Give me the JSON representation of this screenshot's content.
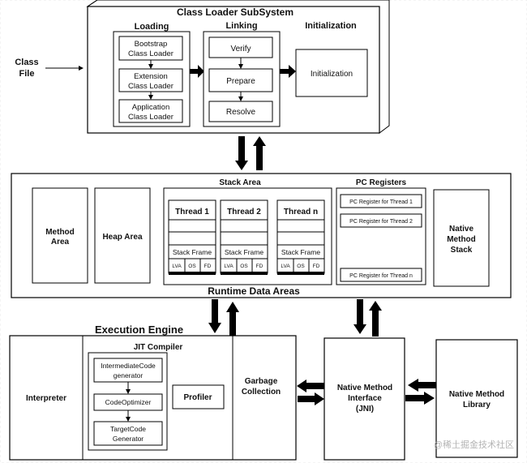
{
  "class_loader": {
    "title": "Class Loader SubSystem",
    "input_label": [
      "Class",
      "File"
    ],
    "loading": {
      "title": "Loading",
      "items": [
        [
          "Bootstrap",
          "Class Loader"
        ],
        [
          "Extension",
          "Class Loader"
        ],
        [
          "Application",
          "Class Loader"
        ]
      ]
    },
    "linking": {
      "title": "Linking",
      "items": [
        "Verify",
        "Prepare",
        "Resolve"
      ]
    },
    "initialization": {
      "title": "Initialization",
      "box_label": "Initialization"
    }
  },
  "runtime": {
    "title": "Runtime Data Areas",
    "method_area": [
      "Method",
      "Area"
    ],
    "heap_area": "Heap Area",
    "stack_area": {
      "title": "Stack Area",
      "threads": [
        {
          "name": "Thread 1",
          "frame": "Stack Frame",
          "cells": [
            "LVA",
            "OS",
            "FD"
          ]
        },
        {
          "name": "Thread 2",
          "frame": "Stack Frame",
          "cells": [
            "LVA",
            "OS",
            "FD"
          ]
        },
        {
          "name": "Thread n",
          "frame": "Stack Frame",
          "cells": [
            "LVA",
            "OS",
            "FD"
          ]
        }
      ]
    },
    "pc_registers": {
      "title": "PC Registers",
      "items": [
        "PC Register for Thread 1",
        "PC Register for Thread 2",
        "PC Register for Thread n"
      ]
    },
    "native_method_stack": [
      "Native",
      "Method",
      "Stack"
    ]
  },
  "execution_engine": {
    "title": "Execution Engine",
    "interpreter": "Interpreter",
    "jit": {
      "title": "JIT Compiler",
      "intermediate": [
        "IntermediateCode",
        "generator"
      ],
      "optimizer": "CodeOptimizer",
      "target": [
        "TargetCode",
        "Generator"
      ],
      "profiler": "Profiler"
    },
    "garbage": [
      "Garbage",
      "Collection"
    ]
  },
  "jni": [
    "Native Method",
    "Interface",
    "(JNI)"
  ],
  "native_library": [
    "Native Method",
    "Library"
  ],
  "watermark": "@稀土掘金技术社区"
}
